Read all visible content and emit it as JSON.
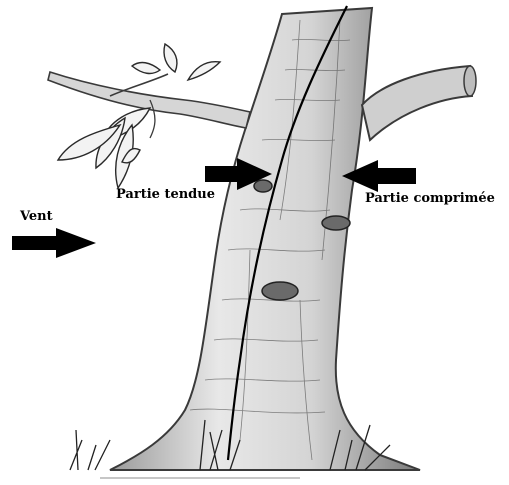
{
  "labels": {
    "wind": "Vent",
    "tension_side": "Partie tendue",
    "compression_side": "Partie comprimée"
  },
  "colors": {
    "ink": "#000000",
    "sketch": "#4a4a4a",
    "shade": "#b8b8b8",
    "background": "#ffffff"
  },
  "icons": [
    "wind-arrow-icon",
    "tension-arrow-icon",
    "compression-arrow-icon",
    "neutral-axis-line",
    "leaf-icon"
  ]
}
